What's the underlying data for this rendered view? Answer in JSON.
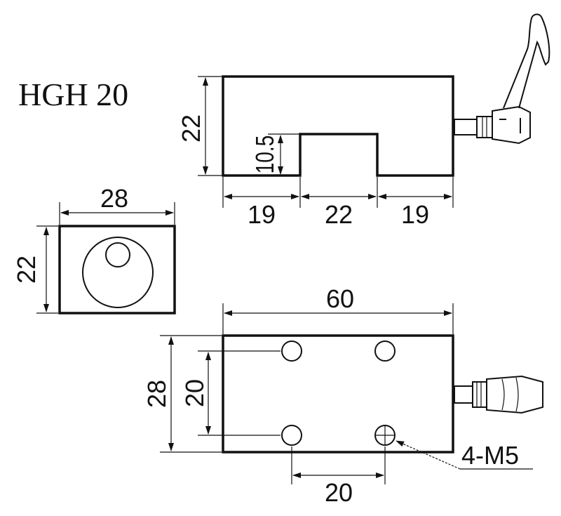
{
  "title": "HGH 20",
  "side_view": {
    "height": "22",
    "slot_depth": "10.5",
    "bottom_left": "19",
    "bottom_mid": "22",
    "bottom_right": "19"
  },
  "end_view": {
    "width": "28",
    "height": "22"
  },
  "top_view": {
    "length": "60",
    "width": "28",
    "hole_spacing_y": "20",
    "hole_spacing_x": "20",
    "hole_callout": "4-M5"
  },
  "colors": {
    "line": "#111111",
    "background": "#ffffff"
  }
}
